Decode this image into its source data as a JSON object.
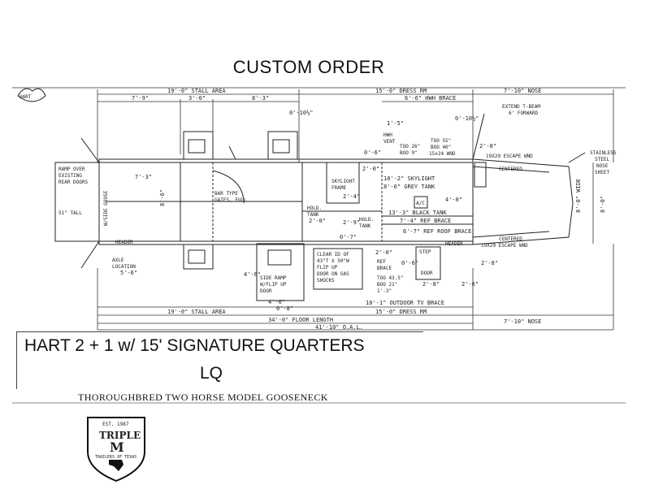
{
  "header": {
    "title": "CUSTOM ORDER"
  },
  "brand": {
    "corner_logo": "HART"
  },
  "footer": {
    "model_line_1": "HART 2 + 1 w/ 15' SIGNATURE QUARTERS",
    "model_line_2": "LQ",
    "model_caption": "THOROUGHBRED TWO HORSE MODEL GOOSENECK"
  },
  "dealer_logo": {
    "est": "EST. 1987",
    "name_1": "TRIPLE",
    "name_2": "M",
    "tagline": "TRAILERS OF TEXAS"
  },
  "dimensions": {
    "stall_area": "19'-0\" STALL AREA",
    "dress_rm": "15'-0\" DRESS RM",
    "nose": "7'-10\" NOSE",
    "floor_length": "34'-0\" FLOOR LENGTH",
    "overall": "41'-10\" O.A.L.",
    "seg1": "7'-9\"",
    "seg2": "3'-0\"",
    "seg3": "8'-3\"",
    "hwh_brace": "6'-6\" HWH BRACE",
    "d_0_10a": "0'-10½\"",
    "d_0_10b": "0'-10½\"",
    "d_7_3": "7'-3\"",
    "d_1_5": "1'-5\"",
    "d_0_6": "0'-6\"",
    "d_2_0": "2'-0\"",
    "d_2_4": "2'-4\"",
    "d_2_9": "2'-9\"",
    "d_2_0b": "2'-0\"",
    "d_0_7": "0'-7\"",
    "d_4_0": "4'-0\"",
    "d_2_8": "2'-8\"",
    "d_2_6": "2'-6\"",
    "d_4_0b": "4'-0\"",
    "d_0_8": "0'-8\"",
    "d_5_6": "5'-6\"",
    "d_2_8b": "2'-8\"",
    "d_2_8c": "2'-8\"",
    "d_0_6b": "0'-6\"",
    "d_2_0c": "2'-0\"",
    "d_4_6": "4'-6\"",
    "d_8_0": "8'-0\" WIDE",
    "d_8_6": "8'-6\"",
    "d_8_0b": "8'-0\"",
    "outdoor_tv": "10'-1\" OUTDOOR TV BRACE"
  },
  "labels": {
    "ramp_over": "RAMP OVER",
    "existing": "EXISTING",
    "rear_doors": "REAR DOORS",
    "tall": "51\" TALL",
    "side_goose": "W/SIDE GOOSE",
    "header_left": "HEADER",
    "axle": "AXLE",
    "location": "LOCATION",
    "bar_type": "BAR TYPE",
    "gates_full": "GATES, FULL",
    "hwh": "HWH",
    "vent": "VENT",
    "too_26": "TOO 26\"",
    "boo_9": "BOO 9\"",
    "too_55": "TOO 55\"",
    "boo_40": "BOO 40\"",
    "wnd_15x24": "15x24 WND",
    "skylight_frame_1": "SKYLIGHT",
    "skylight_frame_2": "FRAME",
    "skylight": "10'-2\" SKYLIGHT",
    "grey_tank": "8'-6\" GREY TANK",
    "hold_tank_1": "HOLD.",
    "hold_tank_2": "TANK",
    "hold_tank_3": "HOLD.",
    "hold_tank_4": "TANK",
    "ac": "A/C",
    "black_tank": "13'-3\" BLACK TANK",
    "ref_brace": "7'-4\" REF BRACE",
    "ref_roof_brace": "6'-7\" REF ROOF BRACE",
    "header_right": "HEADER",
    "extend_beam_1": "EXTEND T-BEAM",
    "extend_beam_2": "6' FORWARD",
    "escape_wnd_top": "19X29 ESCAPE WND",
    "centered_top": "CENTERED",
    "escape_wnd_bot": "19X29 ESCAPE WND",
    "centered_bot": "CENTERED",
    "stainless_1": "STAINLESS",
    "stainless_2": "STEEL",
    "stainless_3": "NOSE",
    "stainless_4": "SHEET",
    "side_ramp_1": "SIDE RAMP",
    "side_ramp_2": "W/FLIP UP",
    "side_ramp_3": "DOOR",
    "clear_1": "CLEAR ID OF",
    "clear_2": "43\"T X 50\"W",
    "clear_3": "FLIP UP",
    "clear_4": "DOOR ON GAS",
    "clear_5": "SHOCKS",
    "ref_1": "REF",
    "ref_2": "BRACE",
    "too_43": "TOO 43.5\"",
    "boo_21": "BOO 21\"",
    "d_1_3": "1'-3\"",
    "step": "STEP",
    "door": "DOOR"
  }
}
